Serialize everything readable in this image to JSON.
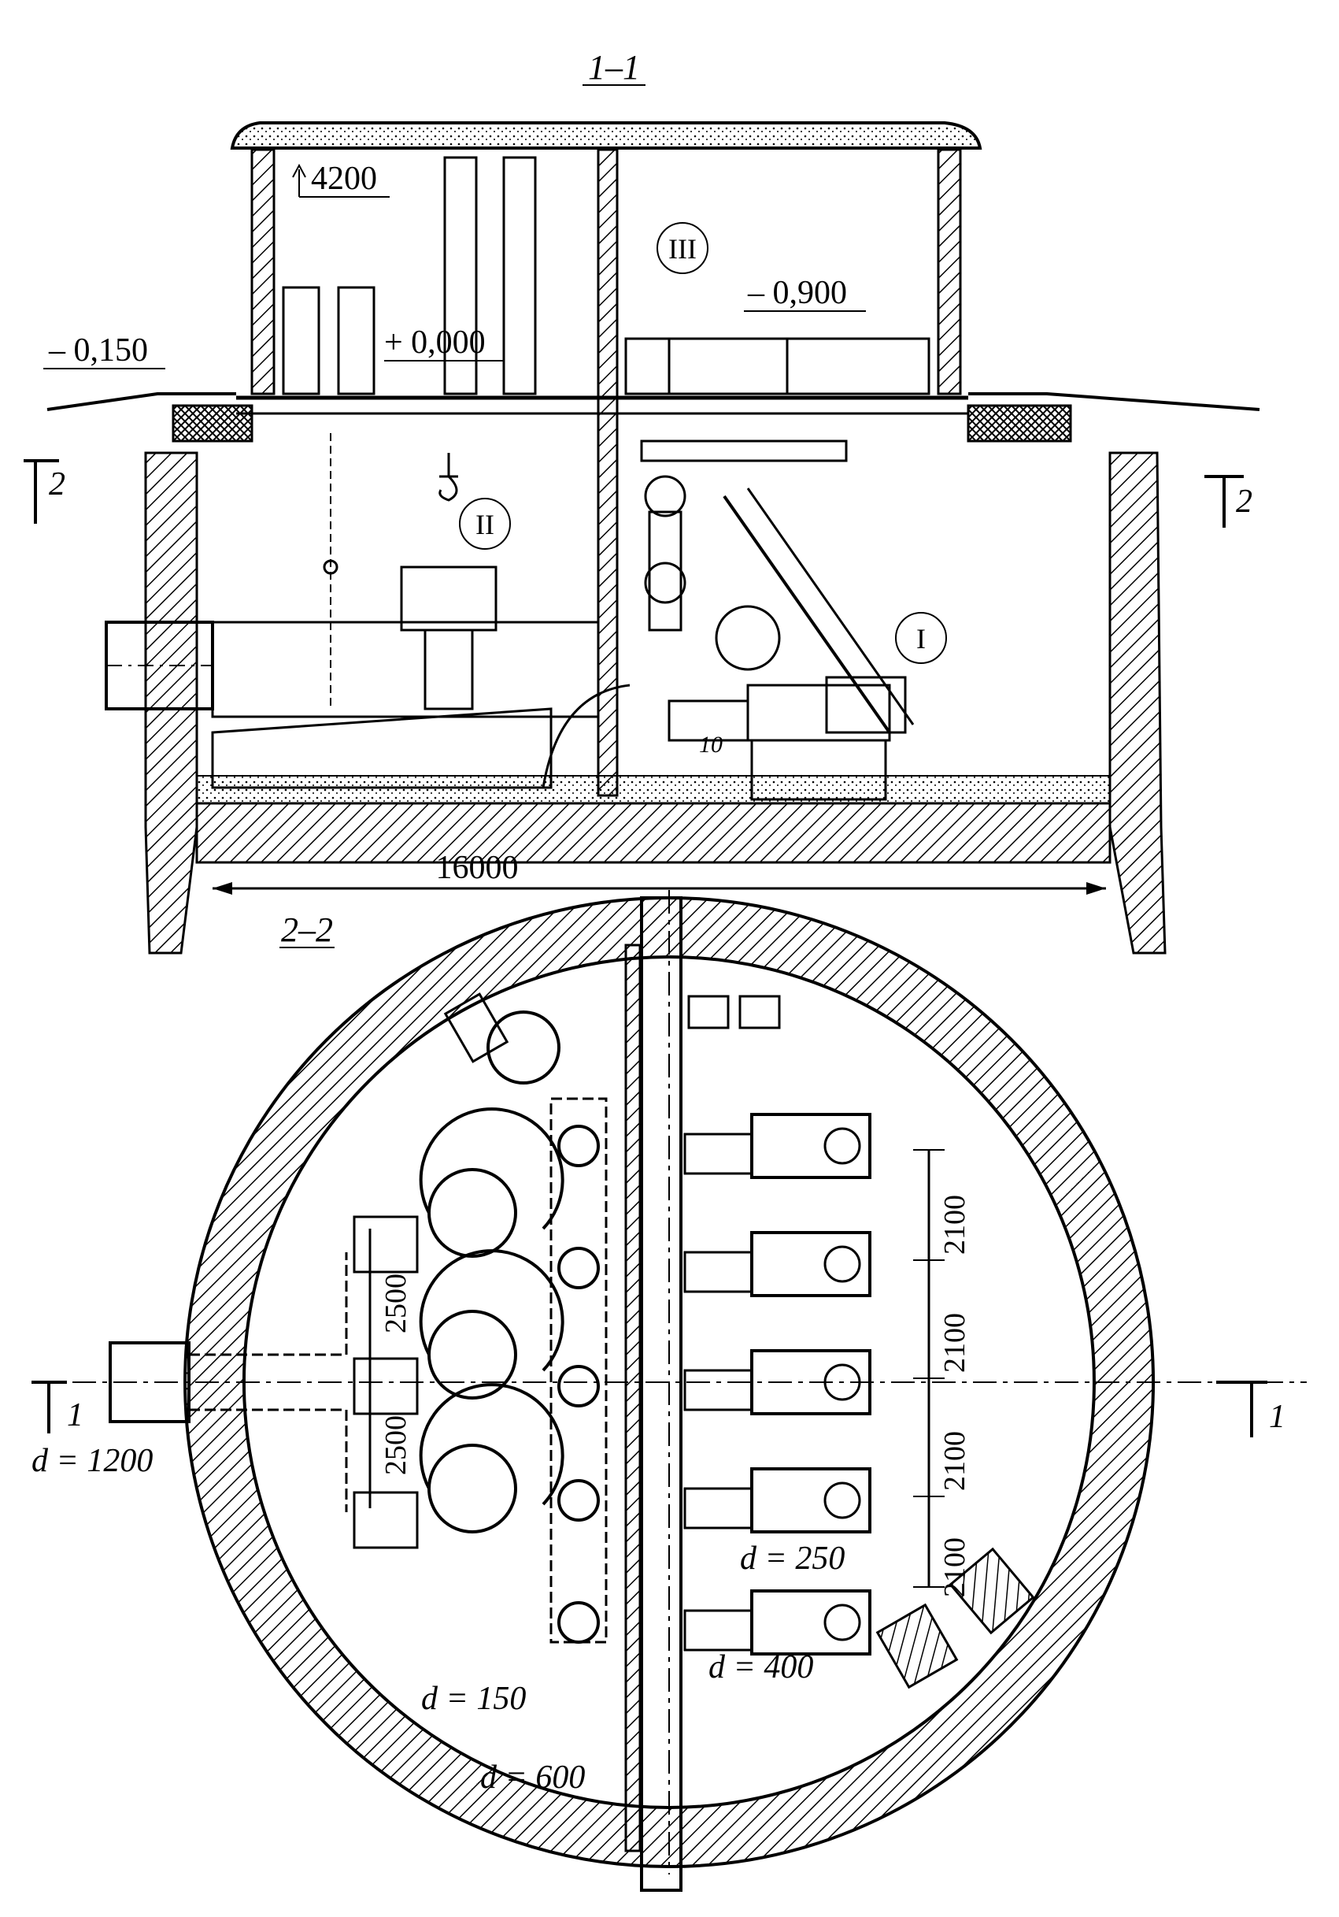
{
  "section_1": {
    "title": "1–1",
    "elevations": {
      "roof": "4200",
      "upper_floor": "– 0,900",
      "ground_floor": "+ 0,000",
      "ground_level": "– 0,150"
    },
    "rooms": [
      "I",
      "II",
      "III"
    ],
    "width_dim": "16000",
    "cut_marks": [
      "2",
      "2"
    ],
    "item_number": "10"
  },
  "section_2": {
    "title": "2–2",
    "spacing_left": [
      "2500",
      "2500"
    ],
    "spacing_right": [
      "2100",
      "2100",
      "2100",
      "2100"
    ],
    "diameters": {
      "inlet": "d = 1200",
      "d250": "d = 250",
      "d400": "d = 400",
      "d150": "d = 150",
      "d600": "d = 600"
    },
    "cut_marks": [
      "1",
      "1"
    ]
  },
  "colors": {
    "ink": "#000000",
    "paper": "#ffffff"
  }
}
